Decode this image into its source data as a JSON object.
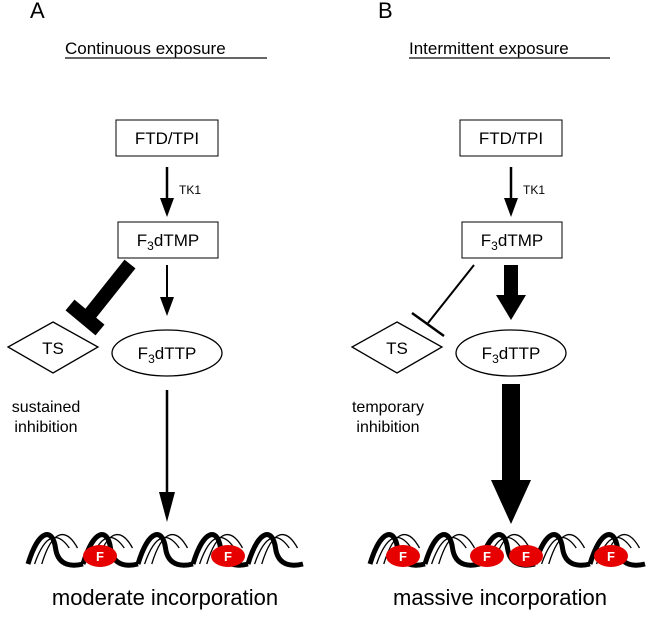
{
  "figure": {
    "colors": {
      "ink": "#000000",
      "background": "#ffffff",
      "incorporated_base": "#e60000",
      "base_label": "#ffffff"
    },
    "panels": [
      {
        "letter": "A",
        "title": "Continuous exposure",
        "drug_box": "FTD/TPI",
        "enzyme": "TK1",
        "monophosphate": {
          "base": "F",
          "sub": "3",
          "rest": "dTMP"
        },
        "triphosphate": {
          "base": "F",
          "sub": "3",
          "rest": "dTTP"
        },
        "target": "TS",
        "inhibition_label": [
          "sustained",
          "inhibition"
        ],
        "inhibition_strength": "strong",
        "phosphorylation_flux": "normal",
        "incorporation_flux": "normal",
        "incorporated_base_label": "F",
        "incorporated_count": 2,
        "outcome": "moderate incorporation"
      },
      {
        "letter": "B",
        "title": "Intermittent exposure",
        "drug_box": "FTD/TPI",
        "enzyme": "TK1",
        "monophosphate": {
          "base": "F",
          "sub": "3",
          "rest": "dTMP"
        },
        "triphosphate": {
          "base": "F",
          "sub": "3",
          "rest": "dTTP"
        },
        "target": "TS",
        "inhibition_label": [
          "temporary",
          "inhibition"
        ],
        "inhibition_strength": "weak",
        "phosphorylation_flux": "high",
        "incorporation_flux": "high",
        "incorporated_base_label": "F",
        "incorporated_count": 4,
        "outcome": "massive incorporation"
      }
    ]
  }
}
